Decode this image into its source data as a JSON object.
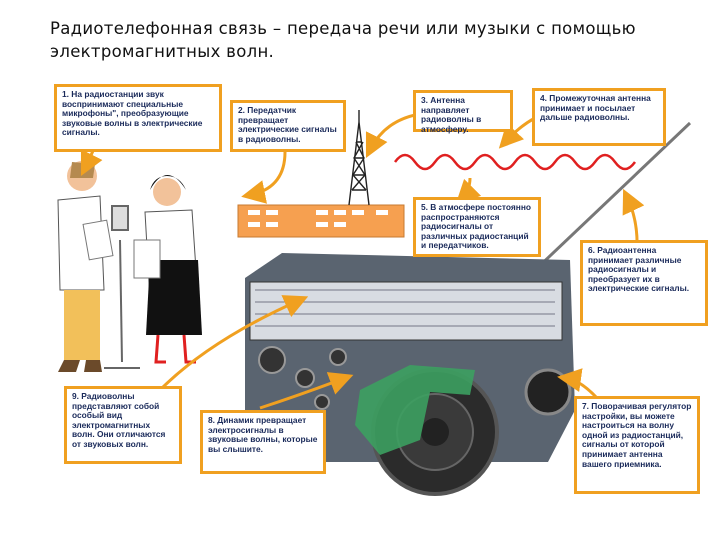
{
  "heading": "Радиотелефонная связь – передача речи или музыки с помощью электромагнитных волн.",
  "captions": [
    "1. На радиостанции звук воспринимают специальные микрофоны\", преобразующие звуковые волны в электрические сигналы.",
    "2. Передатчик превращает электрические сигналы в радиоволны.",
    "3. Антенна направляет радиоволны в атмосферу.",
    "4. Промежуточная антенна принимает и посылает дальше радиоволны.",
    "5. В атмосфере постоянно распространяются радиосигналы от различных радиостанций и передатчиков.",
    "6. Радиоантенна принимает различные радиосигналы и преобразует их в электрические сигналы.",
    "7. Поворачивая регулятор настройки, вы можете настроиться на волну одной из радиостанций, сигналы от которой принимает антенна вашего приемника.",
    "8. Динамик превращает электросигналы в звуковые волны, которые вы слышите.",
    "9. Радиоволны представляют собой особый вид электромагнитных волн. Они отличаются от звуковых волн."
  ],
  "colors": {
    "frame": "#f0a020",
    "arrow": "#f0a020",
    "wave": "#e02020",
    "radio_body": "#5a6470",
    "building": "#f6a050"
  }
}
